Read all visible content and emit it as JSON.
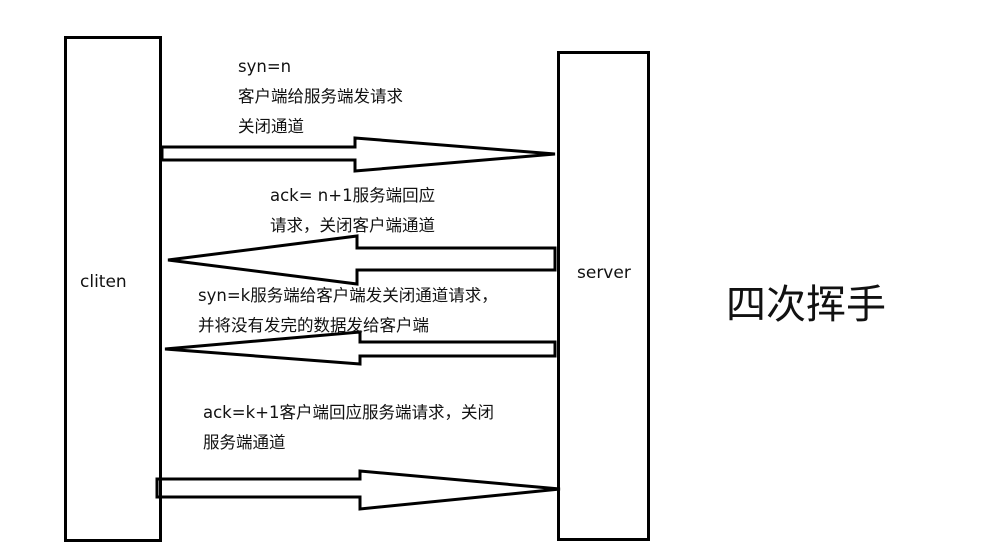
{
  "title": "四次挥手",
  "client": {
    "label": "cliten"
  },
  "server": {
    "label": "server"
  },
  "messages": [
    {
      "lines": [
        "syn=n",
        "客户端给服务端发请求",
        "关闭通道"
      ]
    },
    {
      "lines": [
        "ack= n+1服务端回应",
        "请求，关闭客户端通道"
      ]
    },
    {
      "lines": [
        "syn=k服务端给客户端发关闭通道请求，",
        "并将没有发完的数据发给客户端"
      ]
    },
    {
      "lines": [
        "ack=k+1客户端回应服务端请求，关闭",
        "服务端通道"
      ]
    }
  ],
  "colors": {
    "line": "#000000",
    "background": "#ffffff",
    "text": "#111111"
  }
}
